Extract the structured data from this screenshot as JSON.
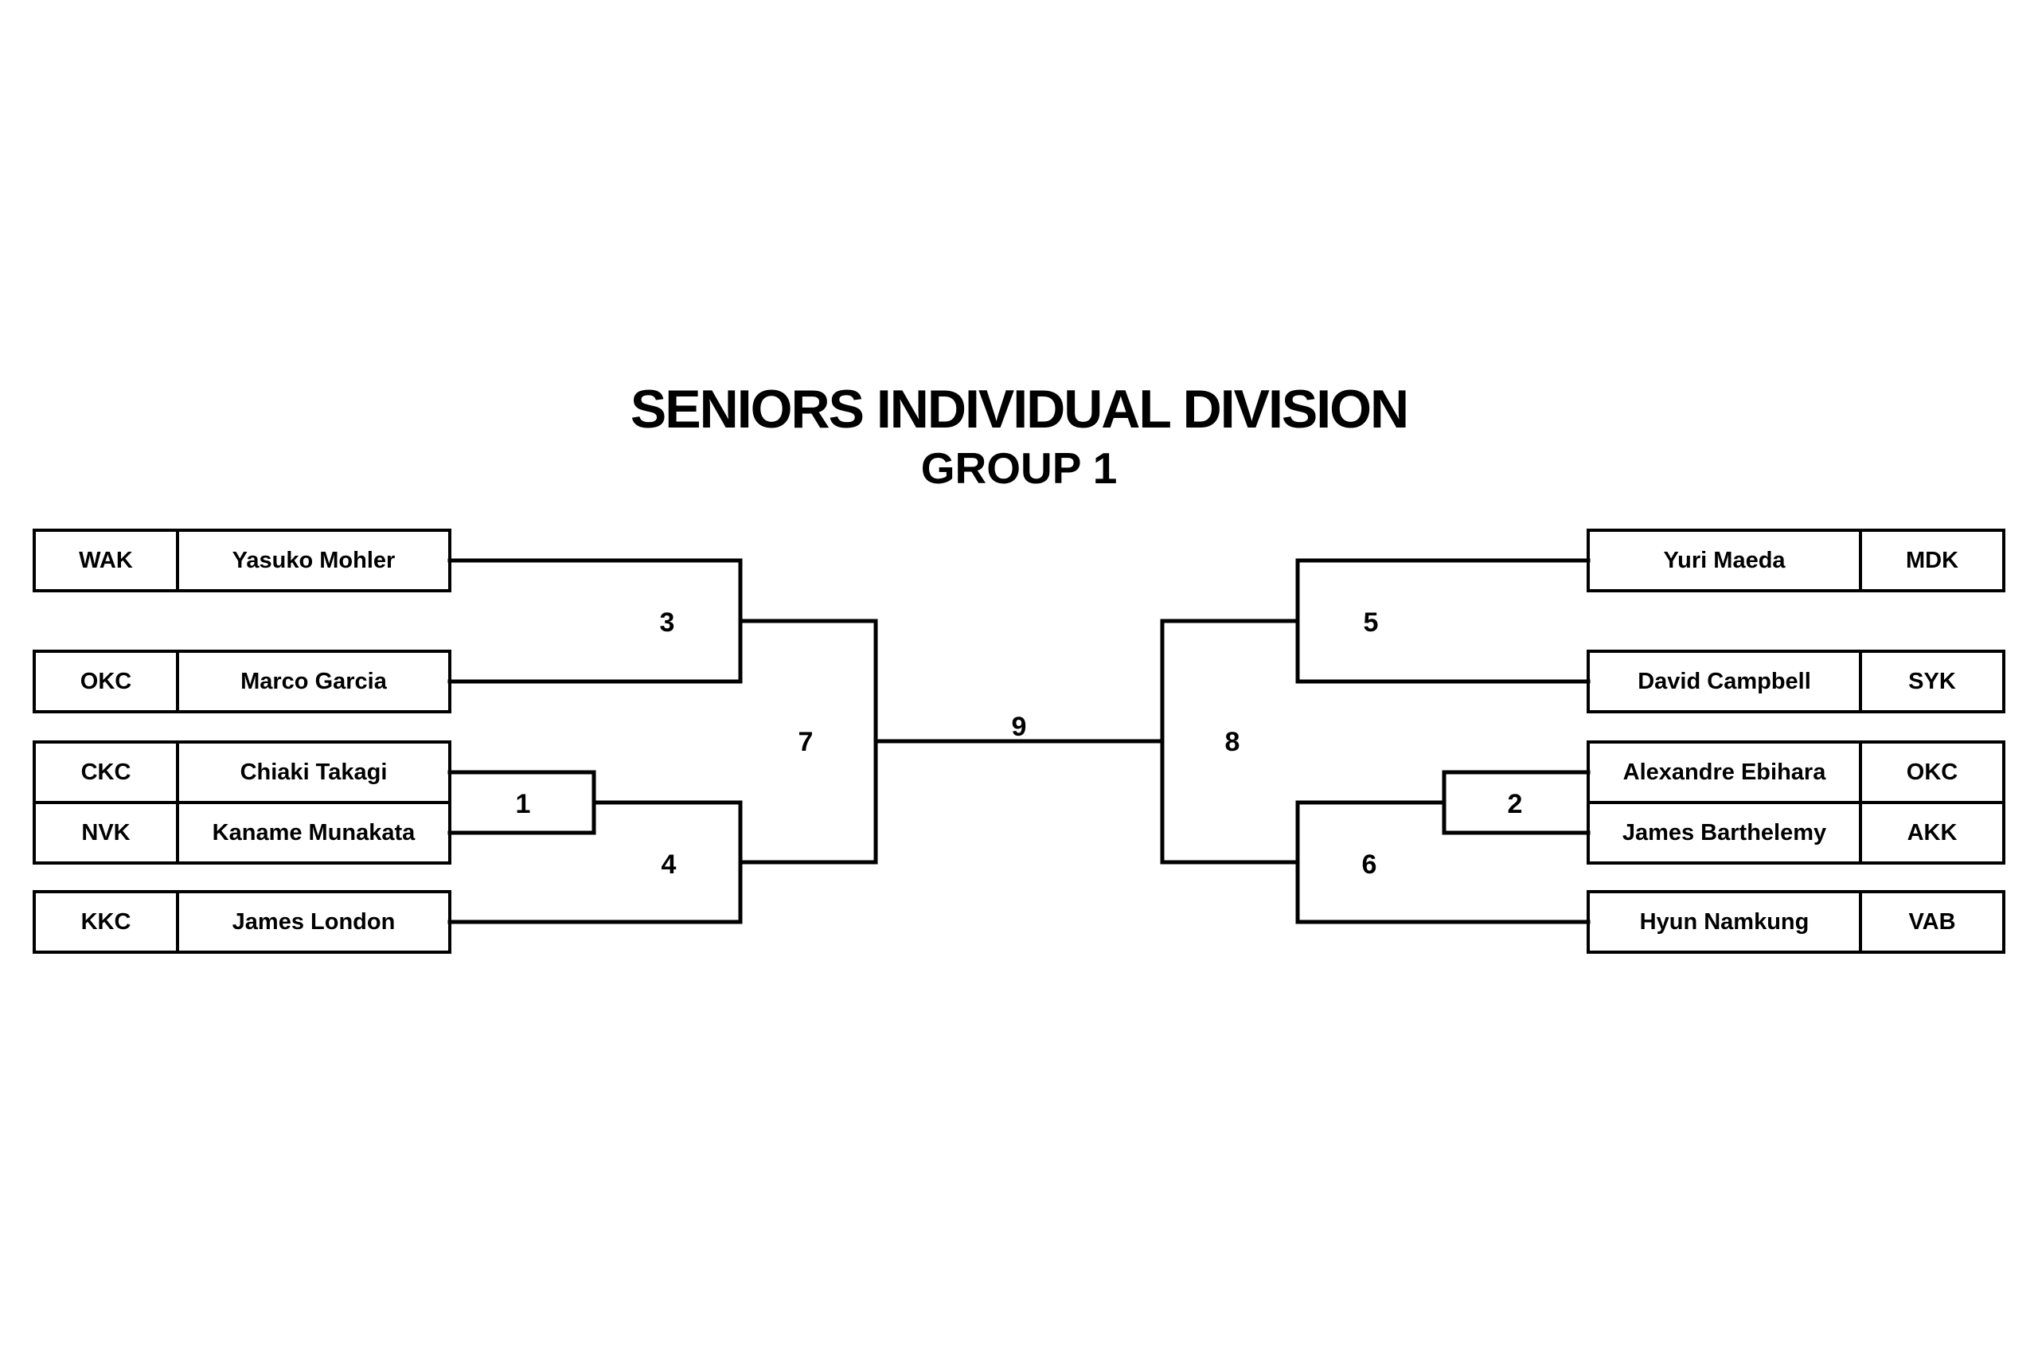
{
  "page": {
    "title": "SENIORS INDIVIDUAL DIVISION",
    "subtitle": "GROUP 1"
  },
  "colors": {
    "background": "#ffffff",
    "line": "#000000",
    "text": "#000000"
  },
  "bracket": {
    "left_entrants": [
      {
        "club": "WAK",
        "name": "Yasuko Mohler"
      },
      {
        "club": "OKC",
        "name": "Marco Garcia"
      },
      {
        "club": "CKC",
        "name": "Chiaki Takagi"
      },
      {
        "club": "NVK",
        "name": "Kaname Munakata"
      },
      {
        "club": "KKC",
        "name": "James London"
      }
    ],
    "right_entrants": [
      {
        "name": "Yuri Maeda",
        "club": "MDK"
      },
      {
        "name": "David Campbell",
        "club": "SYK"
      },
      {
        "name": "Alexandre Ebihara",
        "club": "OKC"
      },
      {
        "name": "James Barthelemy",
        "club": "AKK"
      },
      {
        "name": "Hyun Namkung",
        "club": "VAB"
      }
    ],
    "match_numbers": {
      "m1": "1",
      "m2": "2",
      "m3": "3",
      "m4": "4",
      "m5": "5",
      "m6": "6",
      "m7": "7",
      "m8": "8",
      "m9": "9"
    }
  }
}
